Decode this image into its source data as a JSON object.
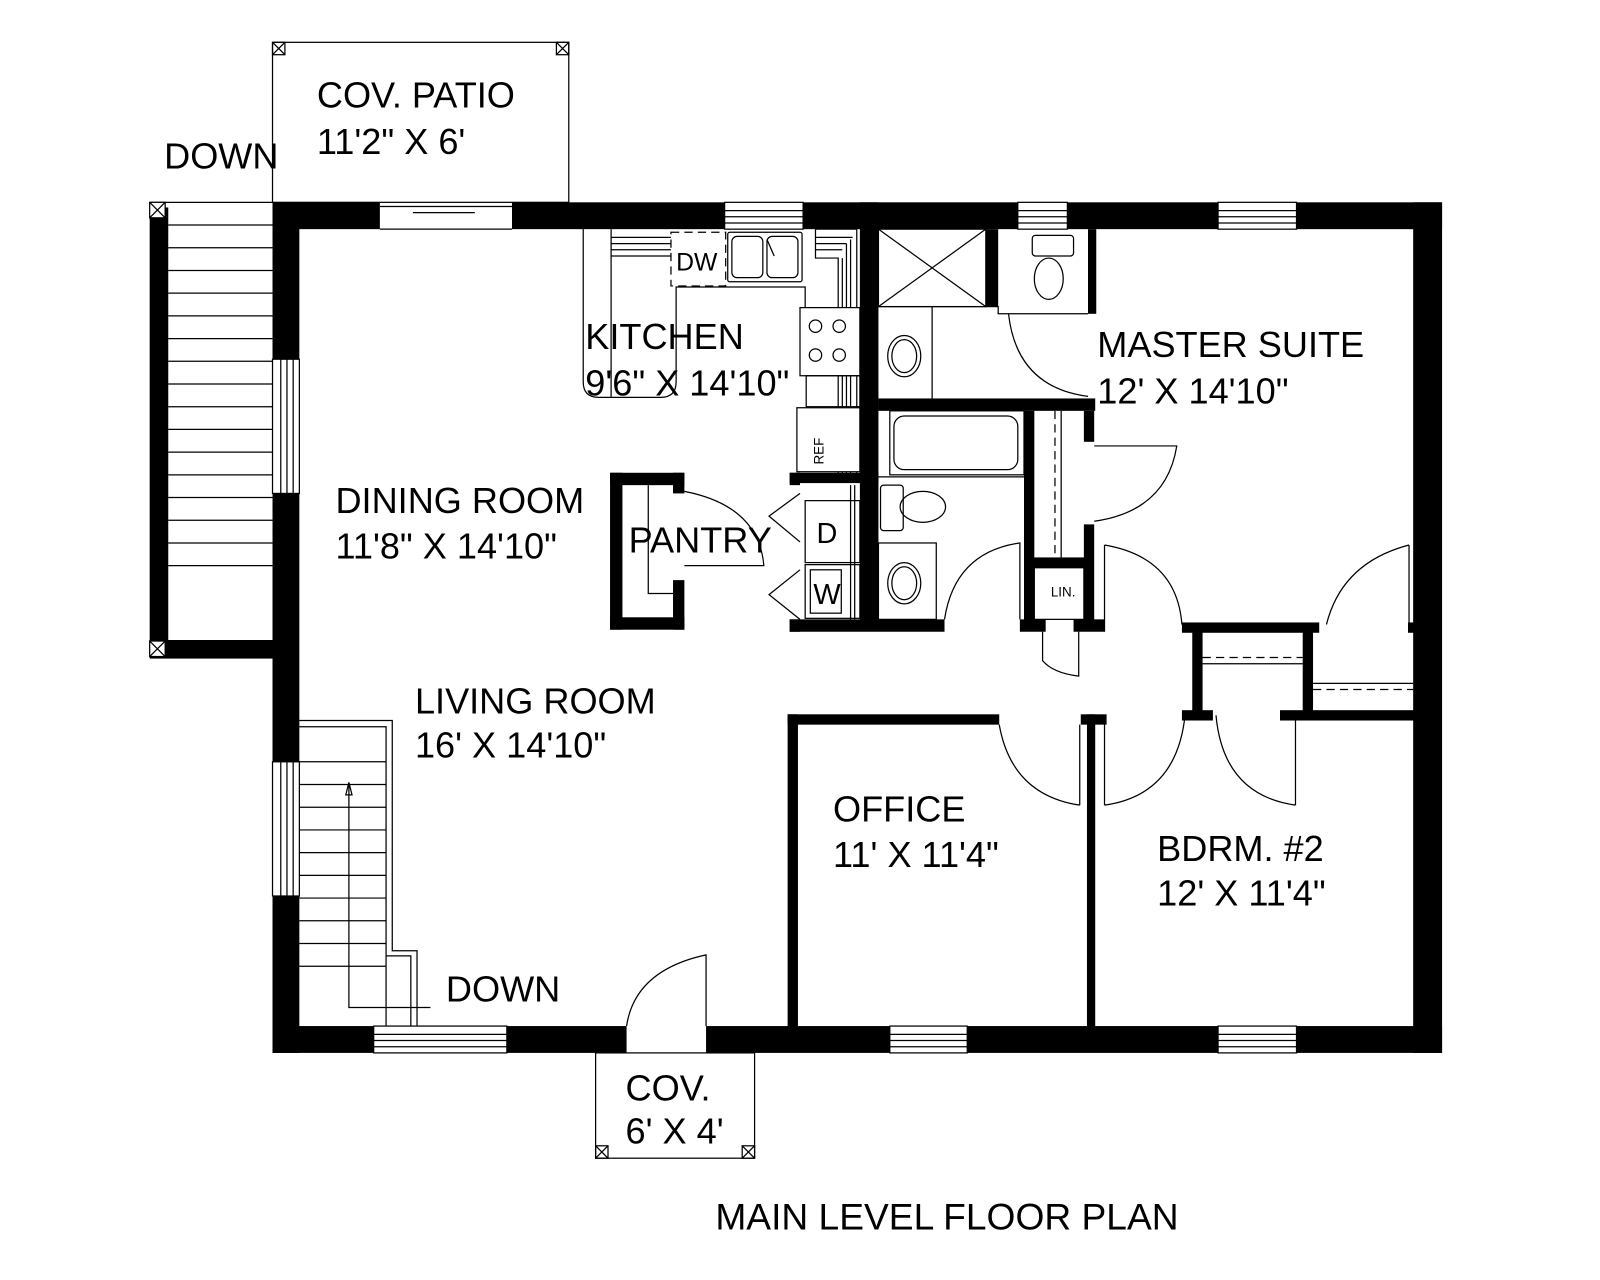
{
  "plan": {
    "title": "MAIN LEVEL FLOOR PLAN",
    "colors": {
      "wall": "#000000",
      "background": "#ffffff",
      "line": "#000000"
    }
  },
  "rooms": {
    "cov_patio": {
      "name": "COV. PATIO",
      "size": "11'2\" X 6'"
    },
    "kitchen": {
      "name": "KITCHEN",
      "size": "9'6\" X 14'10\""
    },
    "master_suite": {
      "name": "MASTER SUITE",
      "size": "12' X 14'10\""
    },
    "dining_room": {
      "name": "DINING ROOM",
      "size": "11'8\" X 14'10\""
    },
    "pantry": {
      "name": "PANTRY"
    },
    "living_room": {
      "name": "LIVING ROOM",
      "size": "16' X 14'10\""
    },
    "office": {
      "name": "OFFICE",
      "size": "11' X 11'4\""
    },
    "bedroom_2": {
      "name": "BDRM. #2",
      "size": "12' X 11'4\""
    },
    "cov_entry": {
      "name": "COV.",
      "size": "6' X 4'"
    }
  },
  "stairs": {
    "exterior_down": "DOWN",
    "interior_down": "DOWN"
  },
  "fixtures": {
    "dishwasher": "DW",
    "refrigerator": "REF",
    "dryer": "D",
    "washer": "W",
    "linen": "LIN."
  }
}
